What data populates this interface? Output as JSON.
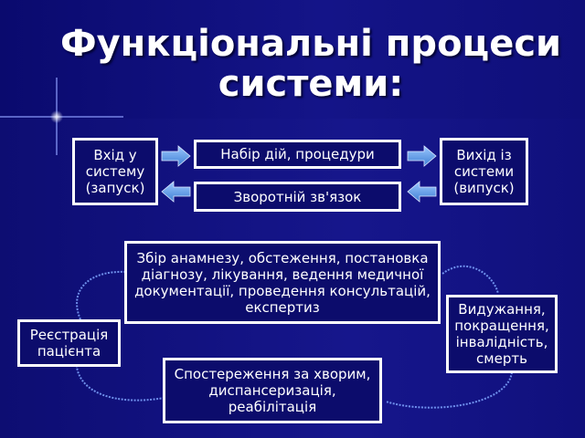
{
  "title": "Функціональні процеси системи:",
  "top_flow": {
    "input": "Вхід у систему (запуск)",
    "actions": "Набір дій, процедури",
    "feedback": "Зворотній зв'язок",
    "output": "Вихід із системи (випуск)"
  },
  "cycle": {
    "registration": "Реєстрація пацієнта",
    "examination": "Збір анамнезу, обстеження, постановка діагнозу, лікування, ведення медичної документації, проведення консультацій, експертиз",
    "outcome": "Видужання, покращення, інвалідність, смерть",
    "followup": "Спостереження за хворим, диспансеризація, реабілітація"
  },
  "colors": {
    "background": "#12127f",
    "box_border": "#ffffff",
    "arrow_fill": "#4a90d9"
  }
}
